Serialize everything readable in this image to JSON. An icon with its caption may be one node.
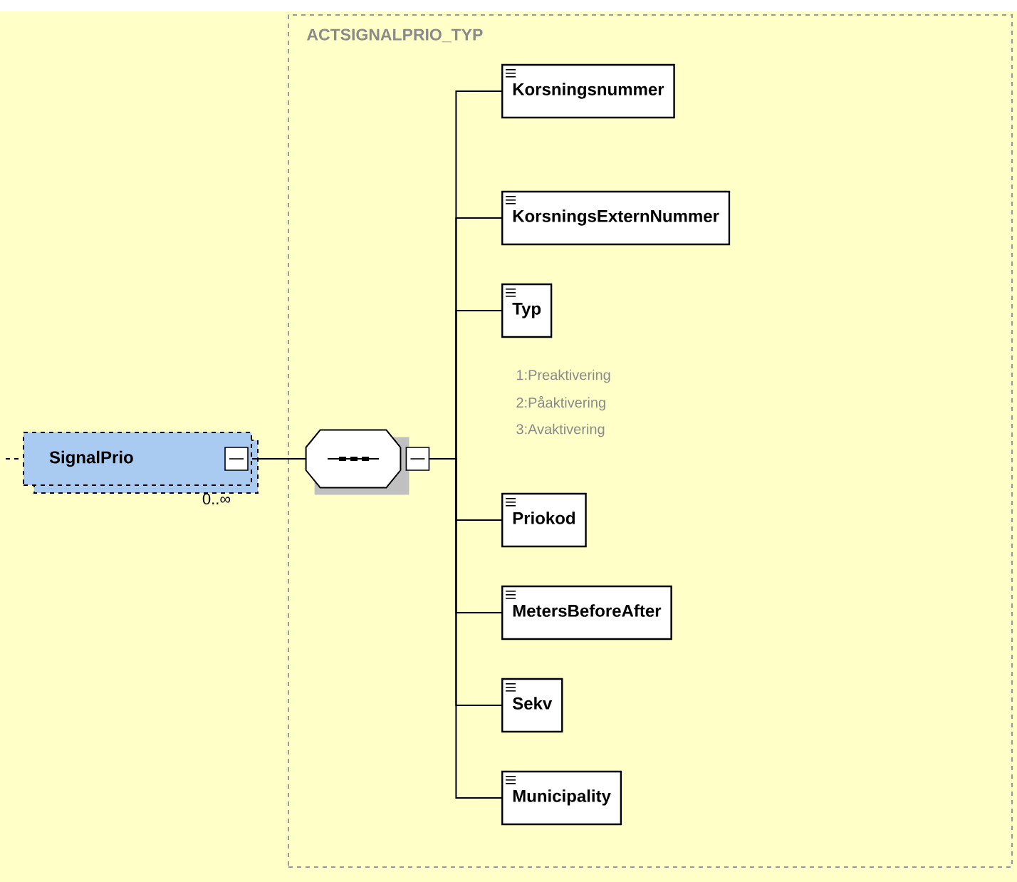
{
  "diagram": {
    "nodes": [
      {
        "text": [
          "ACTSIGNALPRIO_TYP"
        ]
      },
      {
        "text": [
          "SignalPrio"
        ],
        "beside": [
          "0..∞"
        ]
      },
      {
        "text": [],
        "shape": "octagon",
        "in": 0
      },
      {
        "text": [
          "Korsningsnummer"
        ],
        "in": 0
      },
      {
        "text": [
          "KorsningsExternNummer"
        ],
        "in": 0
      },
      {
        "text": [
          "Typ"
        ],
        "beside": [
          "1:Preaktivering",
          "2:Påaktivering",
          "3:Avaktivering"
        ],
        "in": 0
      },
      {
        "text": [
          "Priokod"
        ],
        "in": 0
      },
      {
        "text": [
          "MetersBeforeAfter"
        ],
        "in": 0
      },
      {
        "text": [
          "Sekv"
        ],
        "in": 0
      },
      {
        "text": [
          "Municipality"
        ],
        "in": 0
      }
    ],
    "edges": [
      {
        "from": null,
        "to": 1,
        "arrow": "none",
        "style": "dashed"
      },
      {
        "from": 1,
        "to": 2,
        "arrow": "none"
      },
      {
        "from": 2,
        "to": 3,
        "arrow": "none"
      },
      {
        "from": 2,
        "to": 4,
        "arrow": "none"
      },
      {
        "from": 2,
        "to": 5,
        "arrow": "none"
      },
      {
        "from": 2,
        "to": 6,
        "arrow": "none"
      },
      {
        "from": 2,
        "to": 7,
        "arrow": "none"
      },
      {
        "from": 2,
        "to": 8,
        "arrow": "none"
      },
      {
        "from": 2,
        "to": 9,
        "arrow": "none"
      }
    ]
  }
}
